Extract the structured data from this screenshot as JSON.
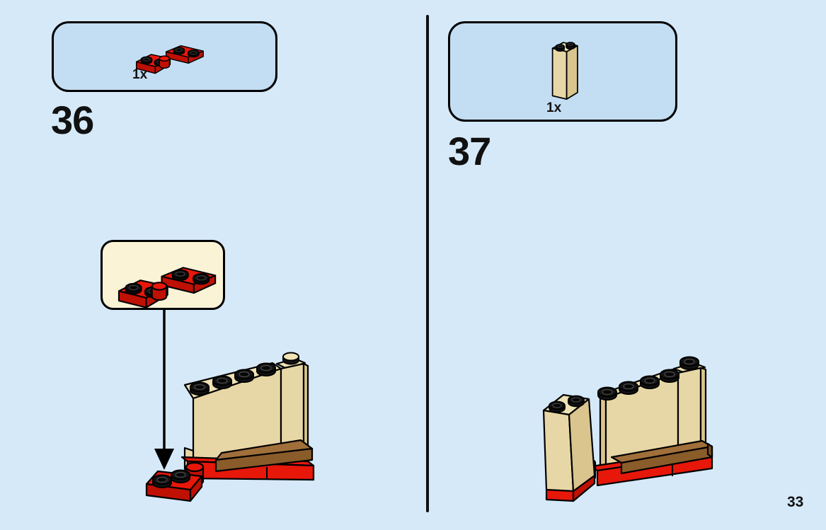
{
  "page": {
    "page_number": "33"
  },
  "steps": [
    {
      "number": "36",
      "parts_box": {
        "count": "1x",
        "part_name": "red-hinge-plate-1x4-swivel"
      },
      "callout": {
        "part_name": "red-hinge-plate-1x4-swivel"
      },
      "assembly": "tan-wall-panel-on-red-base-with-hinge-plate-swung-out"
    },
    {
      "number": "37",
      "parts_box": {
        "count": "1x",
        "part_name": "tan-brick-1x2x2"
      },
      "assembly": "tan-wall-panel-with-tan-brick-standing-on-hinge-plate"
    }
  ],
  "colors": {
    "bg": "#d6e9f8",
    "panel_blue": "#c3def3",
    "callout_cream": "#fbf3d6",
    "outline": "#000000",
    "red": "#e7170a",
    "red_dark": "#bf1004",
    "tan_top": "#efe2b4",
    "tan_front": "#e8d7a6",
    "tan_side": "#d9c58d",
    "brown_top": "#a06f3a",
    "brown_front": "#8a5c2a",
    "brown_dark": "#7a4f22",
    "stud_black": "#141414",
    "text": "#111111"
  }
}
